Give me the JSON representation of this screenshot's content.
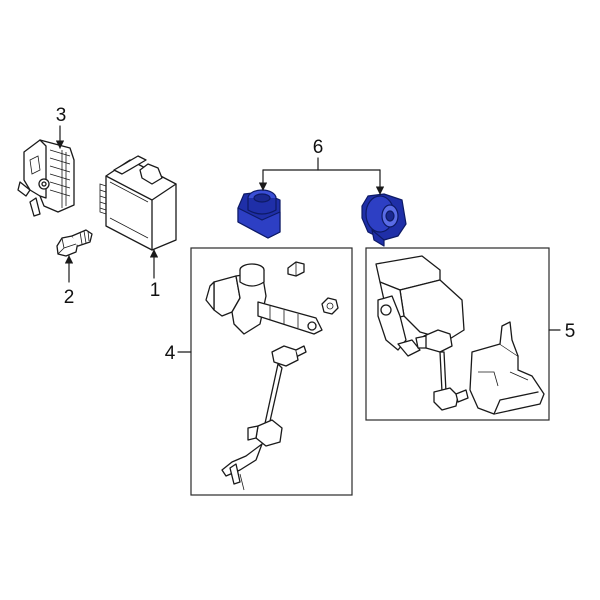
{
  "callouts": {
    "c1": "1",
    "c2": "2",
    "c3": "3",
    "c4": "4",
    "c5": "5",
    "c6": "6"
  },
  "colors": {
    "highlight": "#1f2fa8",
    "highlight_dark": "#0d1a66",
    "line": "#1a1a1a",
    "background": "#ffffff"
  }
}
